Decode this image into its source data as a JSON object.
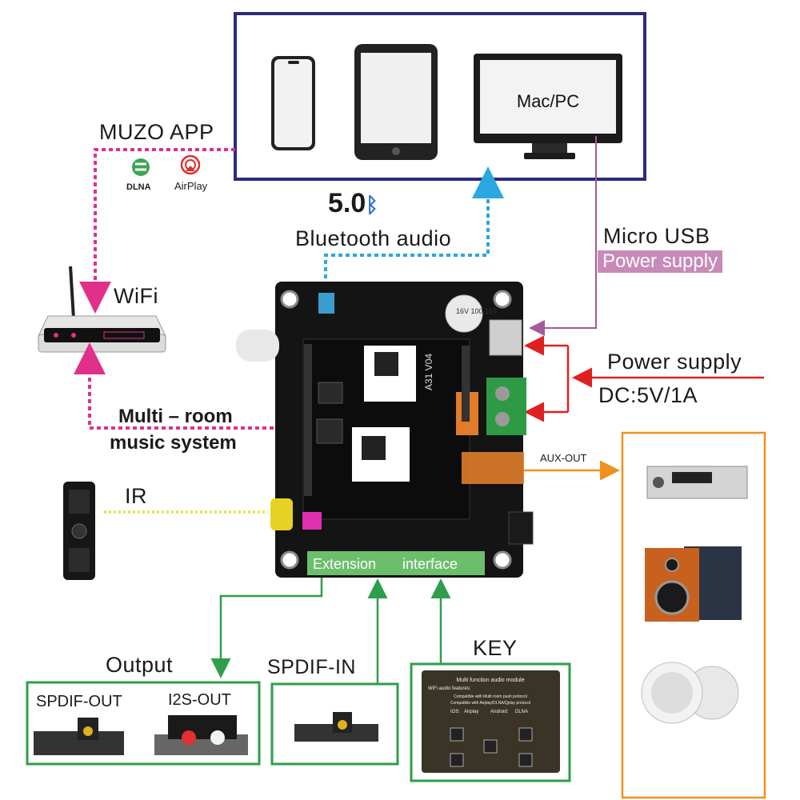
{
  "devices": {
    "mac_pc": "Mac/PC"
  },
  "labels": {
    "muzo_app": "MUZO APP",
    "dlna": "DLNA",
    "airplay": "AirPlay",
    "wifi": "WiFi",
    "bt_version": "5.0",
    "bluetooth_audio": "Bluetooth audio",
    "micro_usb": "Micro USB",
    "power_supply_usb": "Power supply",
    "power_supply": "Power supply",
    "dc": "DC:5V/1A",
    "multiroom_line1": "Multi – room",
    "multiroom_line2": "music system",
    "ir": "IR",
    "aux_out": "AUX-OUT",
    "extension_left": "Extension",
    "extension_right": "interface",
    "output": "Output",
    "spdif_out": "SPDIF-OUT",
    "i2s_out": "I2S-OUT",
    "spdif_in": "SPDIF-IN",
    "key": "KEY"
  },
  "board": {
    "module_text": "A31 V04",
    "cap_text": "16V 100 165"
  },
  "key_board": {
    "title": "Multi function audio module",
    "subtitle": "WiFi audio features:",
    "line1": "Compatible with Multi room push protocol",
    "line2": "Compatible with Airplay/DLNA/Qplay protocol",
    "ios": "IOS:",
    "airplay": "Airplay",
    "android": "Android:",
    "dlna": "DLNA"
  },
  "colors": {
    "devices_border": "#2b2a7a",
    "wifi_line": "#e0308a",
    "bt_line": "#2aa7e0",
    "usb_line": "#a25a9a",
    "power_line": "#e02020",
    "ir_line": "#e6e02a",
    "aux_line": "#f0901e",
    "ext_line": "#2e9e4a"
  }
}
